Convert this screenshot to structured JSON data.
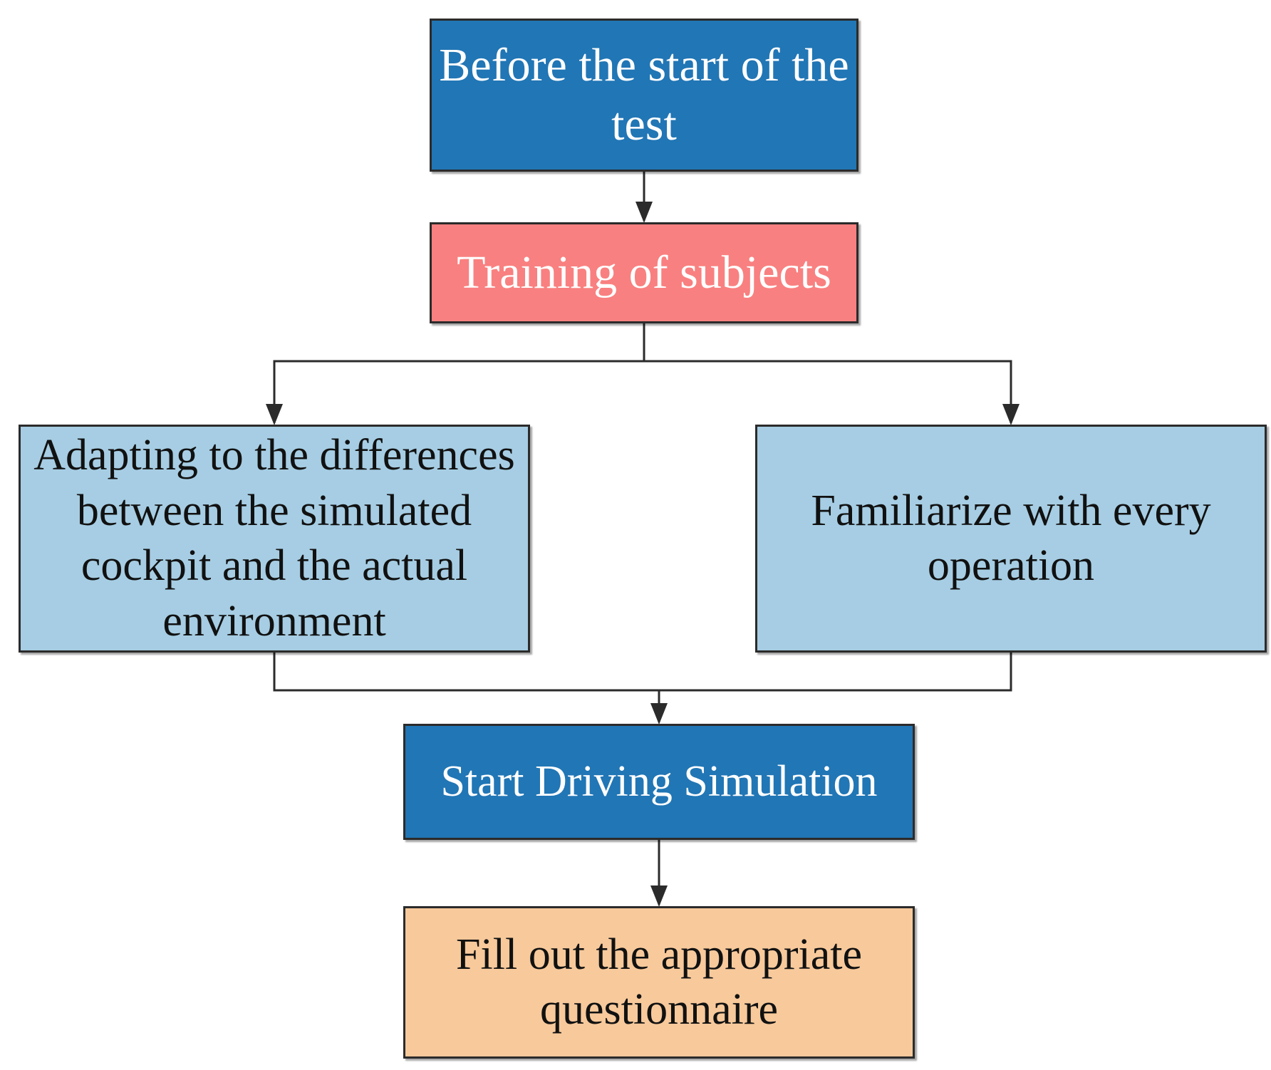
{
  "colors": {
    "dark_blue": "#2176b5",
    "salmon": "#f98080",
    "light_blue": "#a6cde3",
    "peach": "#f7c99b",
    "connector": "#2b2b2b"
  },
  "nodes": {
    "start": {
      "label": "Before the start of the test"
    },
    "training": {
      "label": "Training of subjects"
    },
    "adapting": {
      "label": "Adapting to the differences between the simulated cockpit and the actual environment"
    },
    "familiarize": {
      "label": "Familiarize with every operation"
    },
    "driving": {
      "label": "Start Driving Simulation"
    },
    "questionnaire": {
      "label": "Fill out the appropriate questionnaire"
    }
  },
  "edges": [
    {
      "from": "start",
      "to": "training"
    },
    {
      "from": "training",
      "to": "adapting"
    },
    {
      "from": "training",
      "to": "familiarize"
    },
    {
      "from": "adapting",
      "to": "driving"
    },
    {
      "from": "familiarize",
      "to": "driving"
    },
    {
      "from": "driving",
      "to": "questionnaire"
    }
  ]
}
